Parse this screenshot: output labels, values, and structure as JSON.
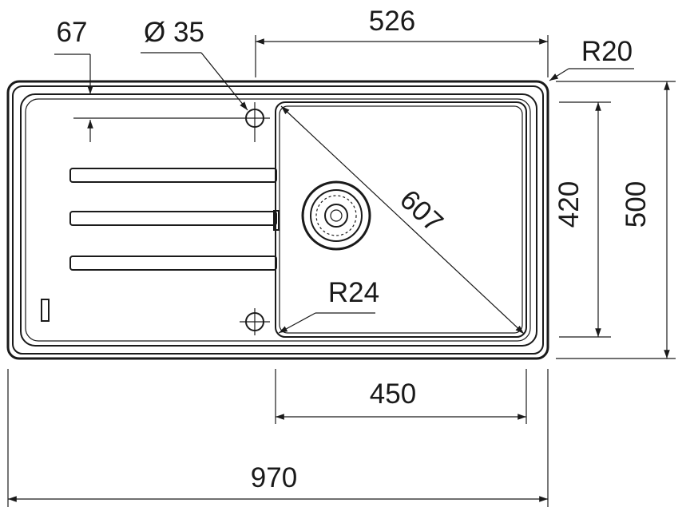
{
  "drawing": {
    "title": "",
    "dimensions": {
      "overall_width": "970",
      "overall_depth": "500",
      "bowl_inner_depth": "420",
      "bowl_width": "450",
      "bowl_to_edge": "526",
      "tap_hole_diameter": "Ø 35",
      "tap_hole_offset": "67",
      "bowl_diagonal": "607",
      "corner_radius_outer": "R20",
      "corner_radius_bowl": "R24"
    }
  }
}
